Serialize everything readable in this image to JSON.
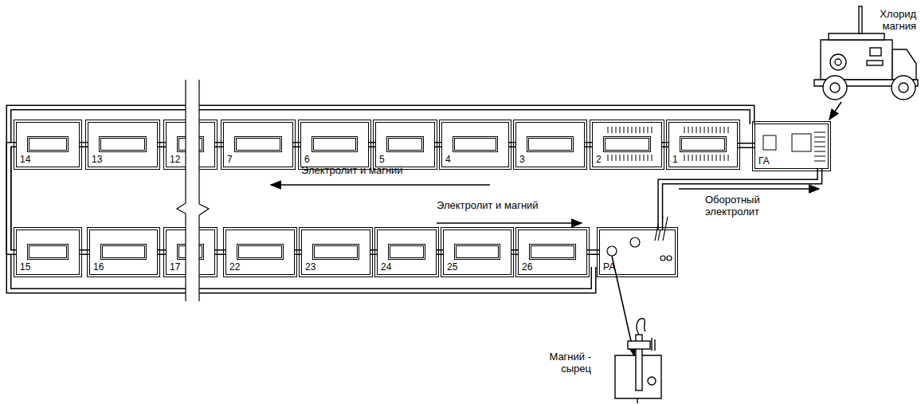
{
  "diagram": {
    "nodes": [
      {
        "text": [
          "14"
        ]
      },
      {
        "text": [
          "13"
        ]
      },
      {
        "text": [
          "12"
        ]
      },
      {
        "text": [
          "7"
        ]
      },
      {
        "text": [
          "6"
        ]
      },
      {
        "text": [
          "5"
        ]
      },
      {
        "text": [
          "4"
        ]
      },
      {
        "text": [
          "3"
        ]
      },
      {
        "text": [
          "2"
        ]
      },
      {
        "text": [
          "1"
        ]
      },
      {
        "text": [
          "ГА"
        ]
      },
      {
        "text": [
          "15"
        ]
      },
      {
        "text": [
          "16"
        ]
      },
      {
        "text": [
          "17"
        ]
      },
      {
        "text": [
          "22"
        ]
      },
      {
        "text": [
          "23"
        ]
      },
      {
        "text": [
          "24"
        ]
      },
      {
        "text": [
          "25"
        ]
      },
      {
        "text": [
          "26"
        ]
      },
      {
        "text": [
          "РА"
        ]
      }
    ],
    "edges": [
      {
        "from": 10,
        "to": 9,
        "arrow": "none"
      },
      {
        "from": 9,
        "to": 8,
        "arrow": "none"
      },
      {
        "from": 8,
        "to": 7,
        "arrow": "none"
      },
      {
        "from": 7,
        "to": 6,
        "arrow": "none"
      },
      {
        "from": 6,
        "to": 5,
        "arrow": "none"
      },
      {
        "from": 5,
        "to": 4,
        "arrow": "none"
      },
      {
        "from": 4,
        "to": 3,
        "arrow": "none"
      },
      {
        "from": 3,
        "to": 2,
        "arrow": "none"
      },
      {
        "from": 2,
        "to": 1,
        "arrow": "none"
      },
      {
        "from": 1,
        "to": 0,
        "arrow": "none"
      },
      {
        "from": 0,
        "to": 11,
        "arrow": "none"
      },
      {
        "from": 11,
        "to": 12,
        "arrow": "none"
      },
      {
        "from": 12,
        "to": 13,
        "arrow": "none"
      },
      {
        "from": 13,
        "to": 14,
        "arrow": "none"
      },
      {
        "from": 14,
        "to": 15,
        "arrow": "none"
      },
      {
        "from": 15,
        "to": 16,
        "arrow": "none"
      },
      {
        "from": 16,
        "to": 17,
        "arrow": "none"
      },
      {
        "from": 17,
        "to": 18,
        "arrow": "none"
      },
      {
        "from": 18,
        "to": 19,
        "arrow": "none"
      },
      {
        "from": 19,
        "to": 10,
        "arrow": "none"
      }
    ],
    "labels": [
      "Хлорид магния",
      "Электролит и магний",
      "Электролит и магний",
      "Оборотный электролит",
      "Магний - сырец"
    ]
  }
}
